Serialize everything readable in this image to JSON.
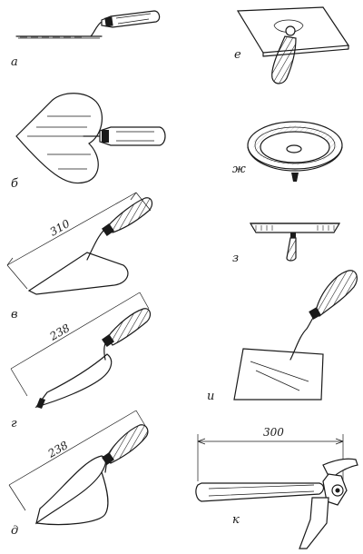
{
  "captions": {
    "a": "а",
    "b": "б",
    "v": "в",
    "g": "г",
    "d": "д",
    "e": "е",
    "zh": "ж",
    "z": "з",
    "i": "и",
    "k": "к"
  },
  "dimensions": {
    "v": "310",
    "g": "238",
    "d": "238",
    "k": "300"
  }
}
